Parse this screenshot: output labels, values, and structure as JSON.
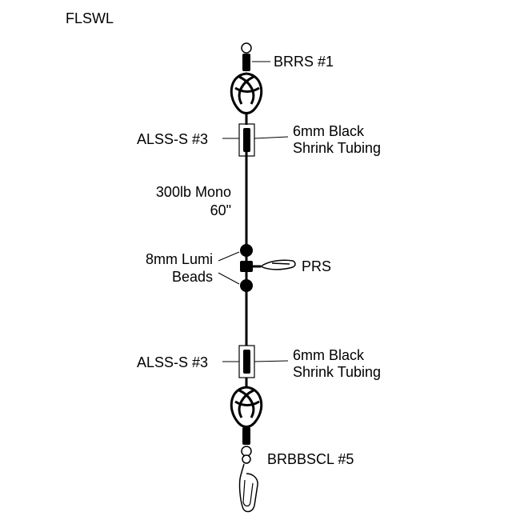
{
  "title": "FLSWL",
  "labels": {
    "swivel_top": "BRRS #1",
    "sleeve_top": "ALSS-S #3",
    "tubing_top_line1": "6mm Black",
    "tubing_top_line2": "Shrink Tubing",
    "mono_line1": "300lb Mono",
    "mono_line2": "60\"",
    "beads_line1": "8mm Lumi",
    "beads_line2": "Beads",
    "prs": "PRS",
    "sleeve_bottom": "ALSS-S #3",
    "tubing_bottom_line1": "6mm Black",
    "tubing_bottom_line2": "Shrink Tubing",
    "snap_bottom": "BRBBSCL #5"
  },
  "colors": {
    "ink": "#000000",
    "background": "#ffffff"
  }
}
